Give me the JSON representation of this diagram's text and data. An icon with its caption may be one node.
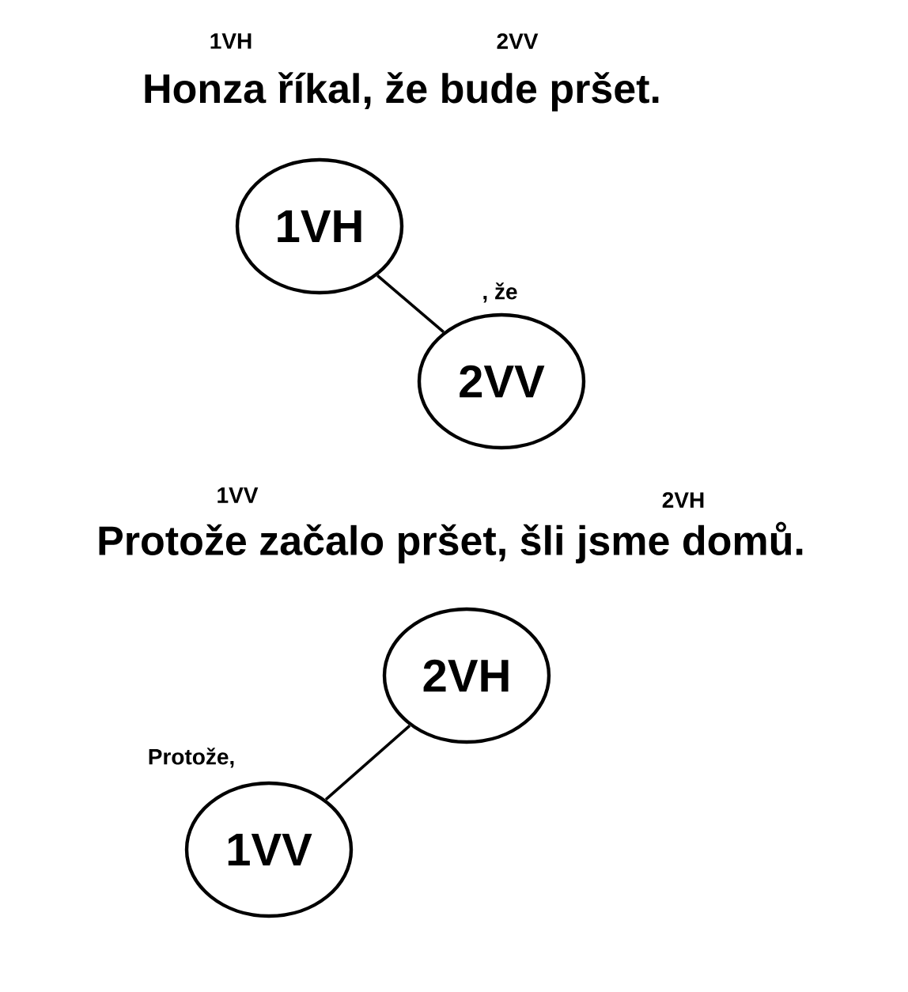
{
  "diagram": {
    "nodes": [
      {
        "text": [
          "1VH"
        ]
      },
      {
        "text": [
          "2VV"
        ]
      },
      {
        "text": [
          "2VH"
        ]
      },
      {
        "text": [
          "1VV"
        ]
      }
    ],
    "edges": [
      {
        "from": 0,
        "to": 1,
        "arrow": "none",
        "label": ", že"
      },
      {
        "from": 2,
        "to": 3,
        "arrow": "none",
        "label": "Protože,"
      }
    ],
    "labels": [
      "1VH",
      "2VV",
      "Honza říkal, že bude pršet.",
      "1VV",
      "2VH",
      "Protože začalo pršet, šli jsme domů."
    ]
  }
}
